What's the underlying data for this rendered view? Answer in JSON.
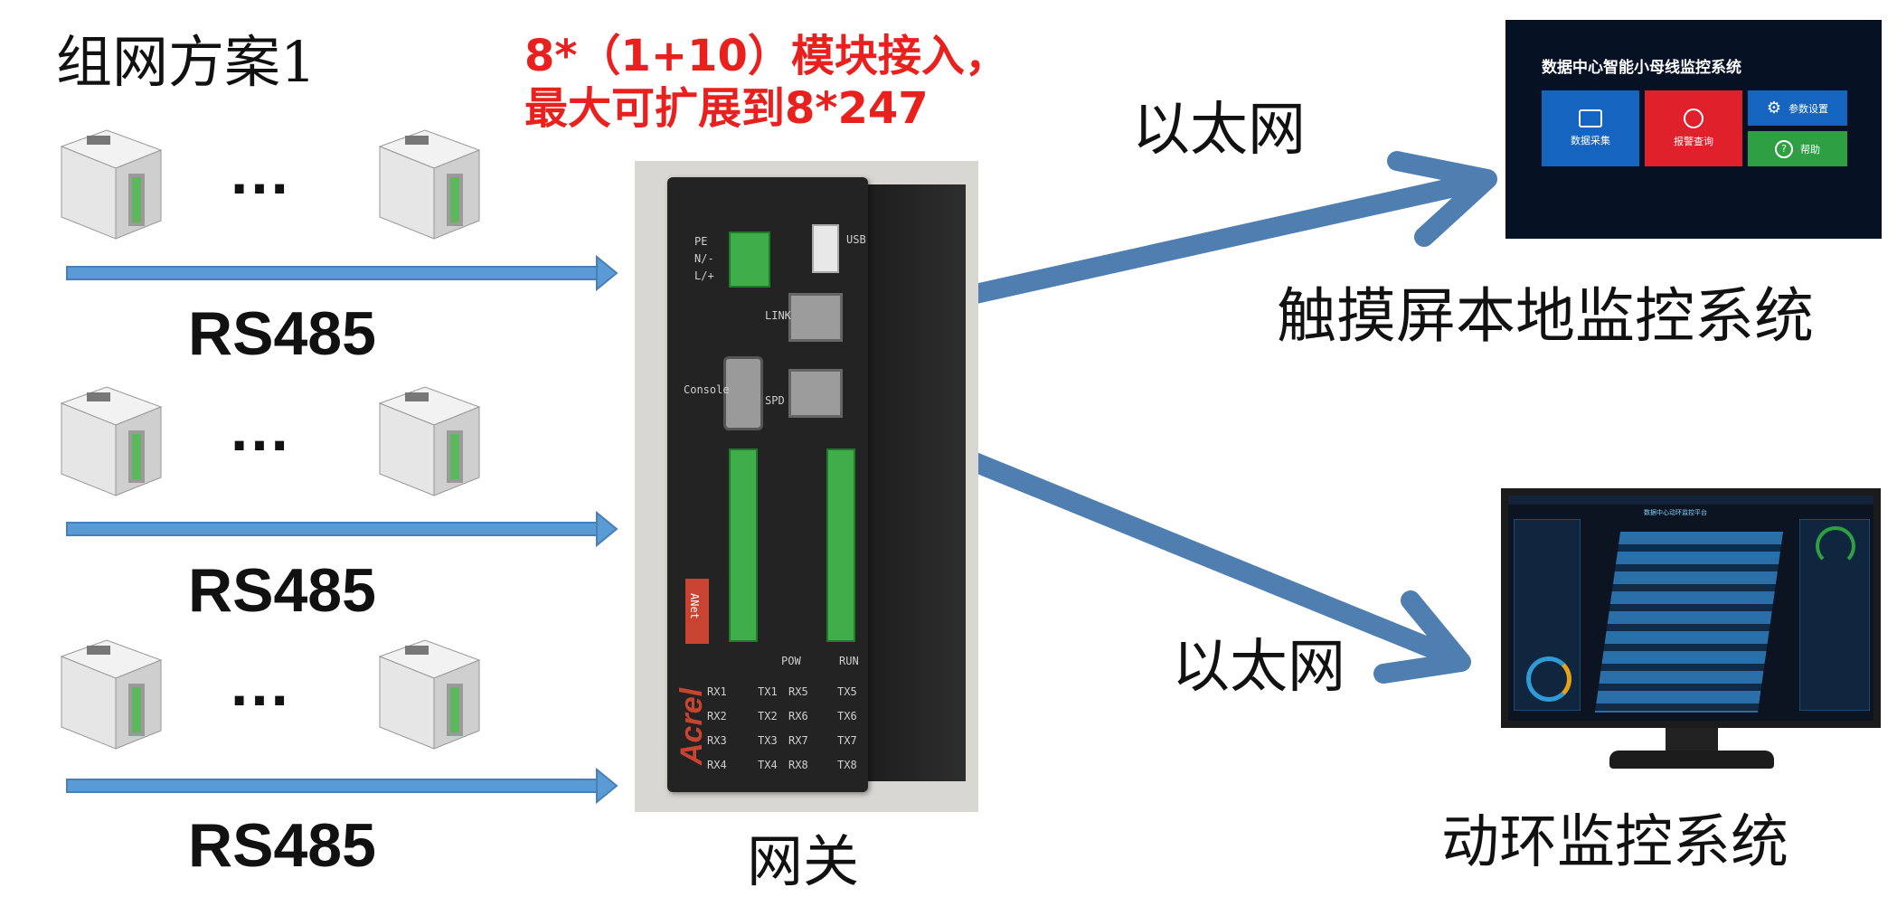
{
  "title": "组网方案1",
  "note": {
    "line1": "8*（1+10）模块接入，",
    "line2": "最大可扩展到8*247"
  },
  "rows": [
    {
      "bus_label": "RS485",
      "dots": "…"
    },
    {
      "bus_label": "RS485",
      "dots": "…"
    },
    {
      "bus_label": "RS485",
      "dots": "…"
    }
  ],
  "gateway": {
    "label": "网关",
    "brand": "Acrel",
    "model": "ANet",
    "port_labels": [
      "Console",
      "USB",
      "LINK",
      "SPD"
    ],
    "terminal_labels": [
      "PE",
      "N/-",
      "L/+"
    ],
    "led_left": [
      "RX1",
      "RX2",
      "RX3",
      "RX4"
    ],
    "led_mid_a": [
      "TX1",
      "TX2",
      "TX3",
      "TX4"
    ],
    "led_mid_b": [
      "RX5",
      "RX6",
      "RX7",
      "RX8"
    ],
    "led_right": [
      "TX5",
      "TX6",
      "TX7",
      "TX8"
    ],
    "status_leds": [
      "POW",
      "RUN"
    ]
  },
  "links": [
    {
      "label": "以太网",
      "target": "触摸屏本地监控系统"
    },
    {
      "label": "以太网",
      "target": "动环监控系统"
    }
  ],
  "touch_screen": {
    "title": "数据中心智能小母线监控系统",
    "tiles": [
      {
        "label": "数据采集",
        "icon": "monitor-icon",
        "color": "#1565c0"
      },
      {
        "label": "报警查询",
        "icon": "search-icon",
        "color": "#e0202a"
      },
      {
        "label": "参数设置",
        "icon": "gear-icon",
        "color": "#1565c0"
      },
      {
        "label": "帮助",
        "icon": "help-icon",
        "color": "#2ea043"
      }
    ]
  },
  "monitor": {
    "title": "数据中心动环监控平台"
  },
  "colors": {
    "arrow": "#4f7fb0",
    "bus_arrow": "#5b9bd5",
    "note": "#e8201e"
  }
}
